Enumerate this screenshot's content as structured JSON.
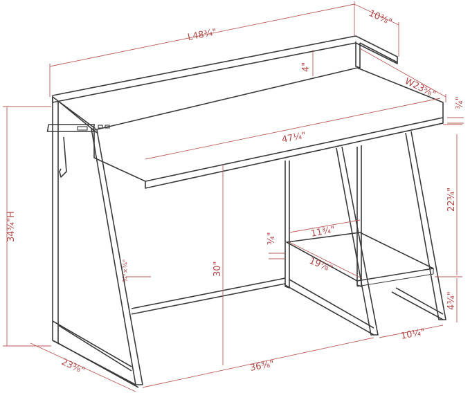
{
  "dimensions": {
    "length": "L48¾\"",
    "depth": "10⅜\"",
    "back_rail_height": "4\"",
    "desk_width": "W23⅝\"",
    "top_thickness": "¾\"",
    "top_length": "47¼\"",
    "shelf_upper_height": "22¾\"",
    "shelf_depth": "11¾\"",
    "shelf_thickness": "¾\"",
    "shelf_length": "19⅞\"",
    "tube_section": "¾\"×¾\"",
    "seat_height": "30\"",
    "shelf_lower_height": "4¾\"",
    "foot_depth": "10¼\"",
    "total_height": "34¾\"H",
    "base_depth": "23⅜\"",
    "base_length": "36⅜\""
  },
  "colors": {
    "frame": "#3a3a3a",
    "dimension": "#b04848"
  }
}
